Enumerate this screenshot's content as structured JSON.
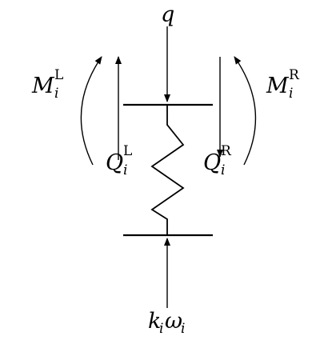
{
  "diagram": {
    "top_load": "q",
    "moment_left": {
      "main": "M",
      "sub": "i",
      "sup": "L"
    },
    "moment_right": {
      "main": "M",
      "sub": "i",
      "sup": "R"
    },
    "shear_left": {
      "main": "Q",
      "sub": "i",
      "sup": "L"
    },
    "shear_right": {
      "main": "Q",
      "sub": "i",
      "sup": "R"
    },
    "reaction": {
      "k": "k",
      "k_sub": "i",
      "w": "ω",
      "w_sub": "i"
    }
  }
}
